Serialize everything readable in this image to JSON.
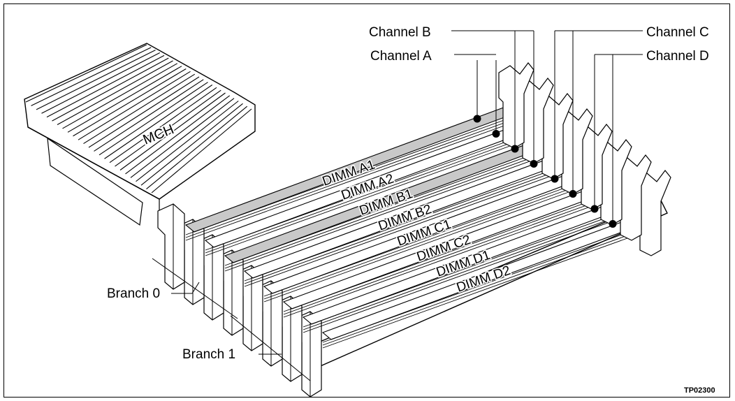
{
  "mch_label": "MCH",
  "channels": [
    {
      "label": "Channel A"
    },
    {
      "label": "Channel B"
    },
    {
      "label": "Channel C"
    },
    {
      "label": "Channel D"
    }
  ],
  "slots": [
    {
      "label": "DIMM A1",
      "shaded": true
    },
    {
      "label": "DIMM A2",
      "shaded": false
    },
    {
      "label": "DIMM B1",
      "shaded": true
    },
    {
      "label": "DIMM B2",
      "shaded": false
    },
    {
      "label": "DIMM C1",
      "shaded": false
    },
    {
      "label": "DIMM C2",
      "shaded": false
    },
    {
      "label": "DIMM D1",
      "shaded": false
    },
    {
      "label": "DIMM D2",
      "shaded": false
    }
  ],
  "branches": [
    {
      "label": "Branch 0"
    },
    {
      "label": "Branch 1"
    }
  ],
  "figure_code": "TP02300",
  "colors": {
    "line": "#000000",
    "shaded_module": "#c8c8c8",
    "background": "#ffffff"
  }
}
